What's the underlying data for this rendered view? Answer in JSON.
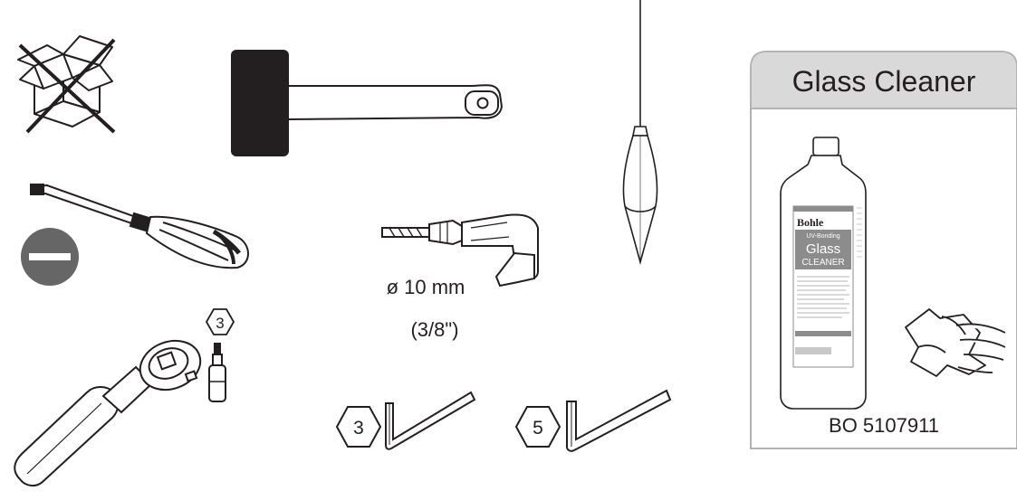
{
  "tools": {
    "drill_diameter": "ø 10 mm",
    "drill_inch": "(3/8\")",
    "socket_size": "3",
    "hex_key_small": "3",
    "hex_key_large": "5"
  },
  "cleaner": {
    "panel_title": "Glass Cleaner",
    "brand": "Bohle",
    "bottle_subtitle": "UV-Bonding",
    "bottle_name_line1": "Glass",
    "bottle_name_line2": "CLEANER",
    "order_number": "BO 5107911"
  },
  "colors": {
    "ink": "#231f20",
    "panel_header": "#d9d9d9",
    "panel_border": "#b3b3b3",
    "flat_head_badge": "#666666",
    "label_band": "#8c8c8c"
  }
}
